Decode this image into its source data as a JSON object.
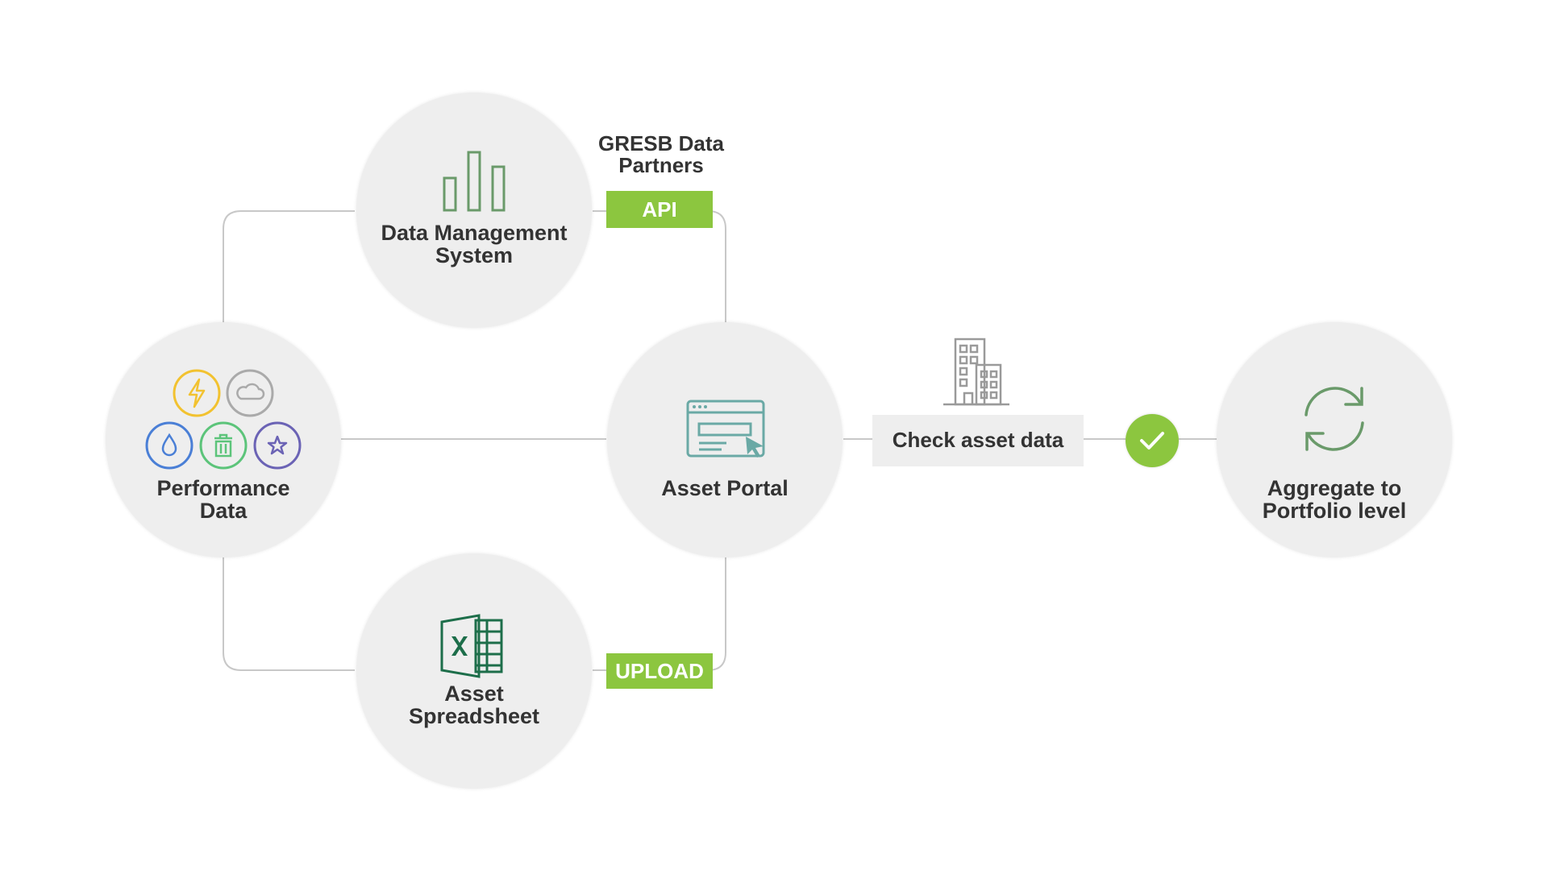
{
  "nodes": {
    "dms": {
      "label_line1": "Data Management",
      "label_line2": "System",
      "icon": "bar-chart-icon"
    },
    "performance": {
      "label_line1": "Performance",
      "label_line2": "Data",
      "icons": [
        "lightning-icon",
        "cloud-icon",
        "water-drop-icon",
        "waste-bin-icon",
        "star-icon"
      ]
    },
    "portal": {
      "label": "Asset Portal",
      "icon": "web-portal-icon"
    },
    "spreadsheet": {
      "label_line1": "Asset",
      "label_line2": "Spreadsheet",
      "icon": "excel-icon"
    },
    "aggregate": {
      "label_line1": "Aggregate to",
      "label_line2": "Portfolio level",
      "icon": "refresh-cycle-icon"
    }
  },
  "partners": {
    "line1": "GRESB Data",
    "line2": "Partners"
  },
  "tags": {
    "api": "API",
    "upload": "UPLOAD"
  },
  "check": {
    "label": "Check asset data",
    "building_icon": "building-icon",
    "status_icon": "checkmark-icon"
  },
  "colors": {
    "accent_green": "#8cc63f",
    "node_fill": "#eeeeee",
    "connector": "#c8c8c8",
    "icon_green": "#6a9a6a",
    "lightning": "#f2c230",
    "cloud": "#aaaaaa",
    "drop": "#4a7fd6",
    "bin": "#5cc47a",
    "star": "#6b63b5",
    "portal_icon": "#6aa9a5",
    "excel": "#1d6e4a"
  }
}
